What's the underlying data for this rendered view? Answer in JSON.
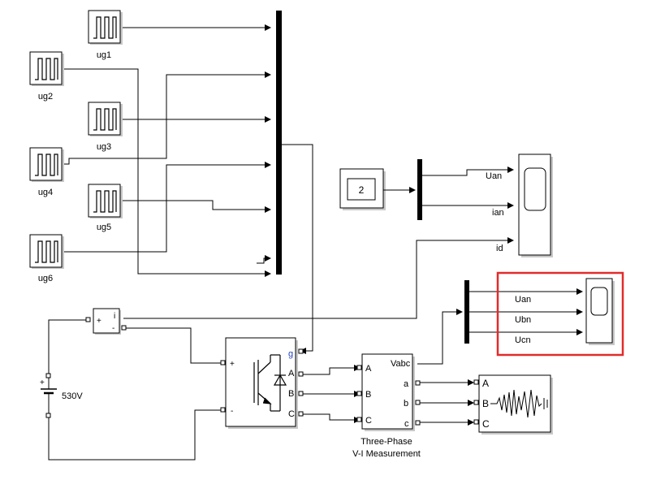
{
  "pulse_generators": [
    {
      "id": "ug1",
      "label": "ug1"
    },
    {
      "id": "ug2",
      "label": "ug2"
    },
    {
      "id": "ug3",
      "label": "ug3"
    },
    {
      "id": "ug4",
      "label": "ug4"
    },
    {
      "id": "ug5",
      "label": "ug5"
    },
    {
      "id": "ug6",
      "label": "ug6"
    }
  ],
  "constant": {
    "value": "2"
  },
  "dc_source": {
    "label": "530V"
  },
  "current_measurement": {
    "port_plus": "+",
    "port_minus": "-",
    "port_out": "i"
  },
  "bridge": {
    "port_g": "g",
    "port_plus": "+",
    "port_minus": "-",
    "port_a": "A",
    "port_b": "B",
    "port_c": "C"
  },
  "vi_measurement": {
    "title_line1": "Three-Phase",
    "title_line2": "V-I Measurement",
    "in_a": "A",
    "in_b": "B",
    "in_c": "C",
    "out_vabc": "Vabc",
    "out_a": "a",
    "out_b": "b",
    "out_c": "c"
  },
  "load": {
    "in_a": "A",
    "in_b": "B",
    "in_c": "C"
  },
  "scope1_signals": {
    "uan": "Uan",
    "ian": "ian",
    "id": "id"
  },
  "scope2_signals": {
    "uan": "Uan",
    "ubn": "Ubn",
    "ucn": "Ucn"
  },
  "highlight_color": "#e32b2b"
}
